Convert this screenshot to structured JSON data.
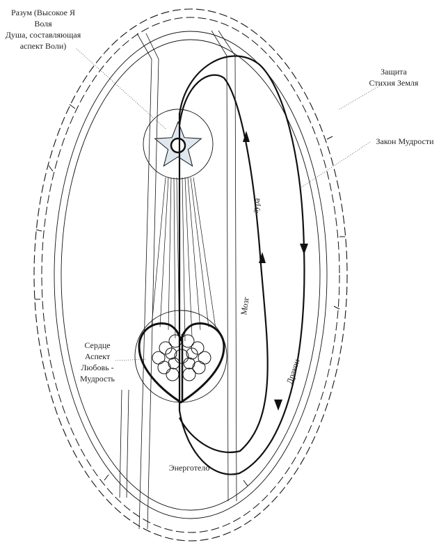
{
  "labels": {
    "mind_line1": "Разум (Высокое Я",
    "mind_line2": "Воля",
    "mind_line3": "Душа, составляющая",
    "mind_line4": "аспект Воли)",
    "protection_line1": "Защита",
    "protection_line2": "Стихия Земля",
    "law_of_wisdom": "Закон Мудрости",
    "aura": "аура",
    "brain": "Мозг",
    "dragon": "Дракон",
    "heart_line1": "Сердце",
    "heart_line2": "Аспект",
    "heart_line3": "Любовь -",
    "heart_line4": "Мудрость",
    "energy_body": "Энерготело"
  },
  "colors": {
    "ink": "#111111",
    "star_fill": "#dfe7ef",
    "background": "#ffffff"
  }
}
